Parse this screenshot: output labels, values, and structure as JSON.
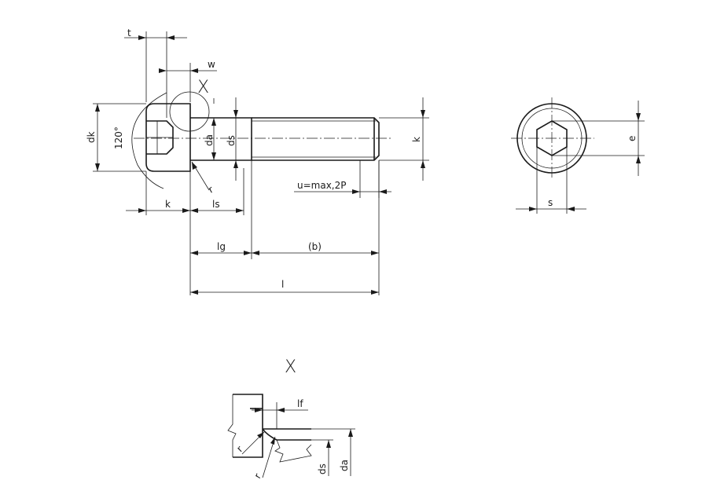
{
  "labels": {
    "t": "t",
    "w": "w",
    "x": "X",
    "dk": "dk",
    "angle": "120°",
    "da": "da",
    "ds": "ds",
    "k": "k",
    "r": "r",
    "u": "u=max,2P",
    "ls": "ls",
    "lg": "lg",
    "b": "(b)",
    "l": "l",
    "e": "e",
    "s": "s",
    "detail_x": "X",
    "lf": "lf",
    "r_detail_1": "r",
    "r_detail_2": "r",
    "ds_detail": "ds",
    "da_detail": "da"
  }
}
